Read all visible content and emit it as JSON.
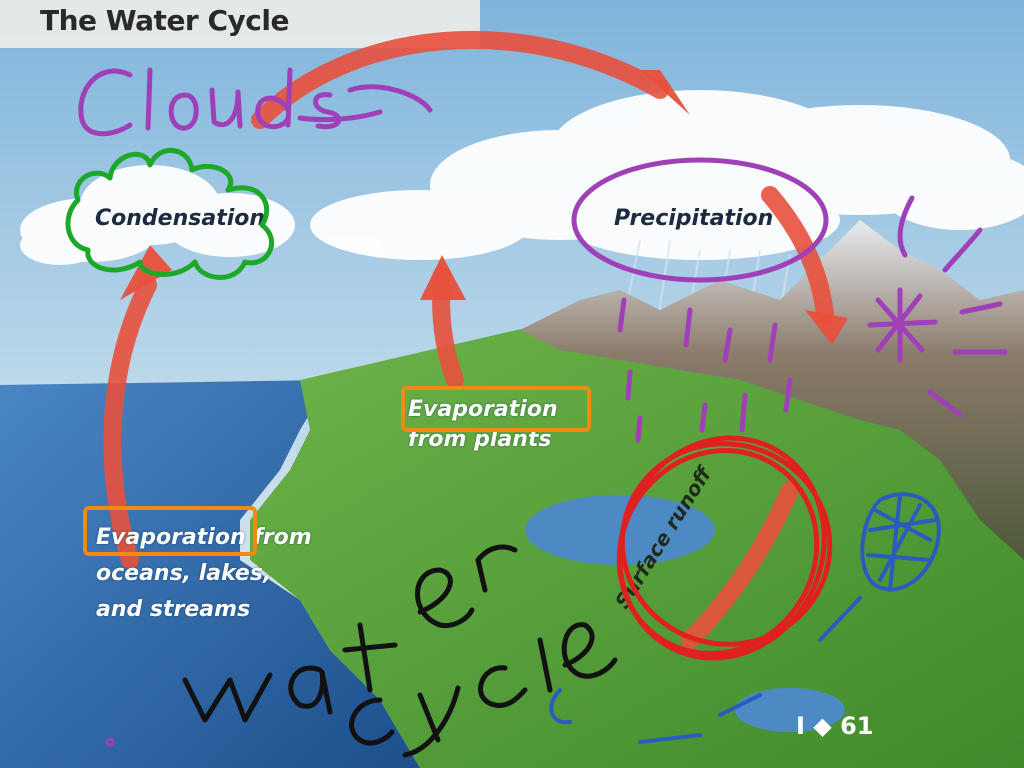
{
  "title": "The Water Cycle",
  "labels": {
    "condensation": "Condensation",
    "precipitation": "Precipitation",
    "evaporation_plants": [
      "Evaporation",
      "from plants"
    ],
    "evaporation_oceans": [
      "Evaporation from",
      "oceans, lakes,",
      "and streams"
    ],
    "surface_runoff": "Surface runoff",
    "page_ref": "I ◆ 61"
  },
  "handwriting": {
    "clouds": "Clouds",
    "water_cycle": "water cycle"
  },
  "colors": {
    "arrow": "#e8503c",
    "marker_green": "#1ea82a",
    "marker_purple": "#a040b8",
    "marker_orange": "#f08a10",
    "marker_red": "#e02020",
    "marker_blue": "#2a5cc0",
    "marker_black": "#111111"
  }
}
